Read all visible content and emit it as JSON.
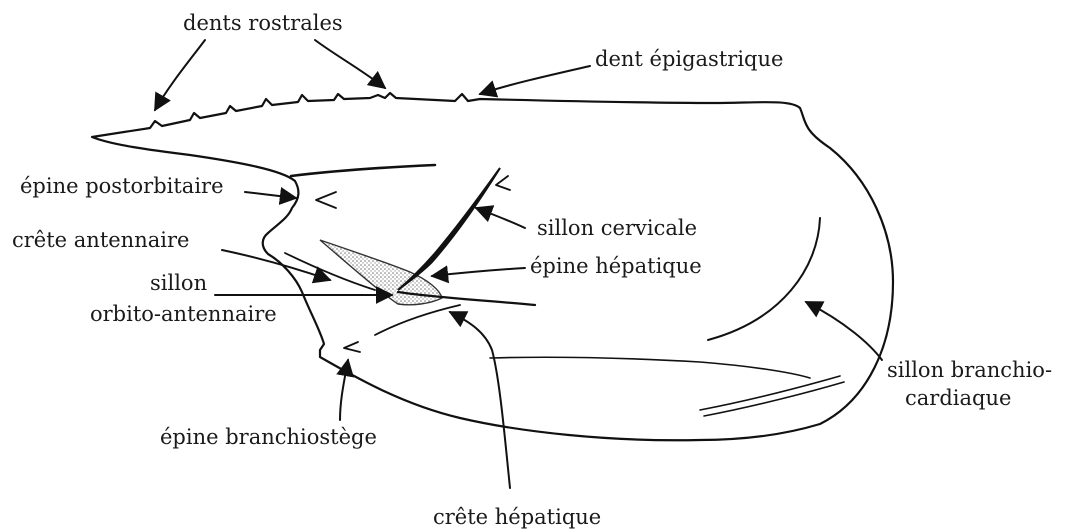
{
  "labels": {
    "dents_rostrales": "dents rostrales",
    "dent_epigastrique": "dent épigastrique",
    "epine_postorbitaire": "épine postorbitaire",
    "crete_antennaire": "crête antennaire",
    "sillon": "sillon",
    "orbito_antennaire": "orbito-antennaire",
    "sillon_cervicale": "sillon cervicale",
    "epine_hepatique": "épine hépatique",
    "sillon_branchio": "sillon branchio-",
    "cardiaque": "cardiaque",
    "epine_branchiostege": "épine branchiostège",
    "crete_hepatique": "crête hépatique"
  },
  "colors": {
    "ink": "#111111",
    "stipple": "#9a9a9a"
  }
}
